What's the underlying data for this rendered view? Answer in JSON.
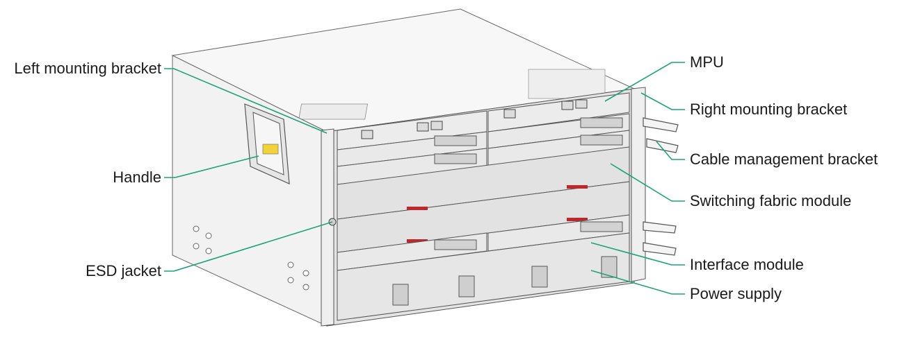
{
  "labels": {
    "left_mounting_bracket": "Left mounting bracket",
    "handle": "Handle",
    "esd_jacket": "ESD jacket",
    "mpu": "MPU",
    "right_mounting_bracket": "Right mounting bracket",
    "cable_management_bracket": "Cable management bracket",
    "switching_fabric_module": "Switching fabric module",
    "interface_module": "Interface module",
    "power_supply": "Power supply"
  },
  "colors": {
    "leader_line": "#1aa37a",
    "chassis_side": "#f2f2f2",
    "chassis_top": "#f7f7f7",
    "chassis_outline": "#555555",
    "module_face": "#e9e9e9",
    "accent_red": "#c0272d",
    "label_text": "#1a1a1a"
  }
}
